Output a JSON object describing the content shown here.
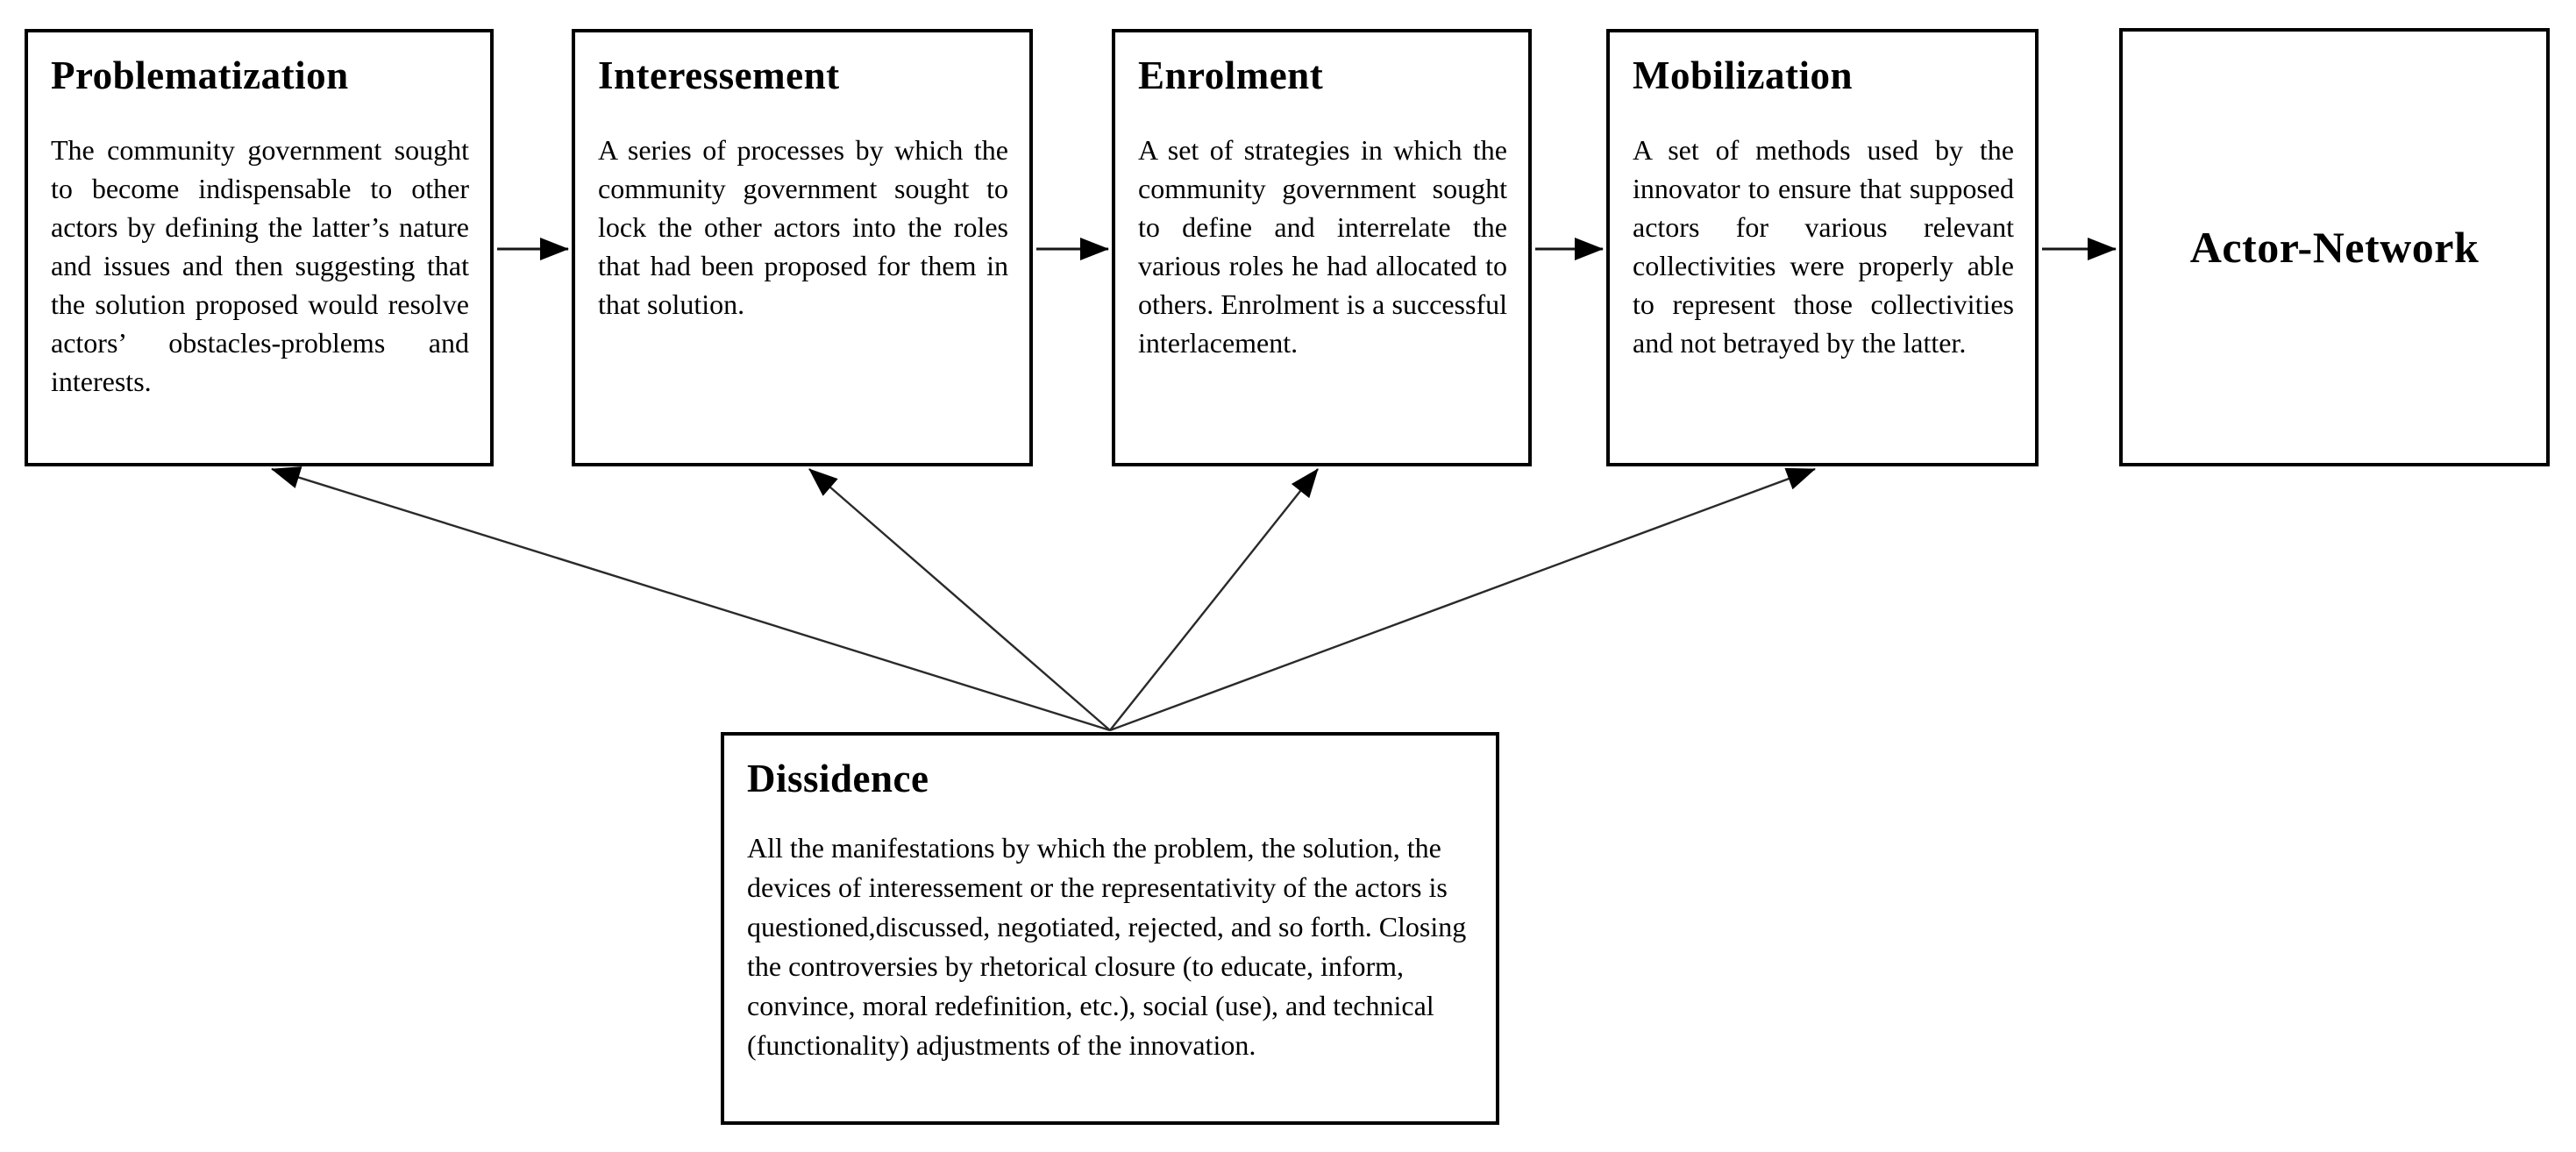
{
  "diagram": {
    "type": "flow-diagram",
    "title_context": "Actor-Network translation moments",
    "colors": {
      "background": "#ffffff",
      "border": "#000000",
      "text": "#000000",
      "arrow": "#161616"
    },
    "boxes": [
      {
        "id": "problematization",
        "title": "Problematization",
        "body": "The community government sought to become indispensable to other actors by defining the latter’s nature and issues and then suggesting that the solution proposed would resolve actors’ obstacles-problems and interests."
      },
      {
        "id": "interessement",
        "title": "Interessement",
        "body": "A series of processes by which the community government sought to lock the other actors into the roles that had been proposed for them in that solution."
      },
      {
        "id": "enrolment",
        "title": "Enrolment",
        "body": "A set of strategies in which the community government sought to define and interrelate the various roles he had allocated to others. Enrolment is a successful interlacement."
      },
      {
        "id": "mobilization",
        "title": "Mobilization",
        "body": "A set of methods used by the innovator to ensure that supposed actors for various relevant collectivities were properly able to represent those collectivities and not betrayed by the latter."
      },
      {
        "id": "actor-network",
        "title": "Actor-Network",
        "body": ""
      },
      {
        "id": "dissidence",
        "title": "Dissidence",
        "body": "All the manifestations by which the problem, the solution, the devices of interessement or the representativity of the actors is questioned,discussed, negotiated, rejected, and so forth. Closing the controversies by rhetorical closure (to educate, inform, convince, moral redefinition, etc.), social (use), and technical (functionality) adjustments of the innovation."
      }
    ],
    "connections": [
      {
        "from": "Problematization",
        "to": "Interessement",
        "style": "arrow-right"
      },
      {
        "from": "Interessement",
        "to": "Enrolment",
        "style": "arrow-right"
      },
      {
        "from": "Enrolment",
        "to": "Mobilization",
        "style": "arrow-right"
      },
      {
        "from": "Mobilization",
        "to": "Actor-Network",
        "style": "arrow-right"
      },
      {
        "from": "Dissidence",
        "to": "Problematization",
        "style": "arrow-up"
      },
      {
        "from": "Dissidence",
        "to": "Interessement",
        "style": "arrow-up"
      },
      {
        "from": "Dissidence",
        "to": "Enrolment",
        "style": "arrow-up"
      },
      {
        "from": "Dissidence",
        "to": "Mobilization",
        "style": "arrow-up"
      }
    ]
  }
}
